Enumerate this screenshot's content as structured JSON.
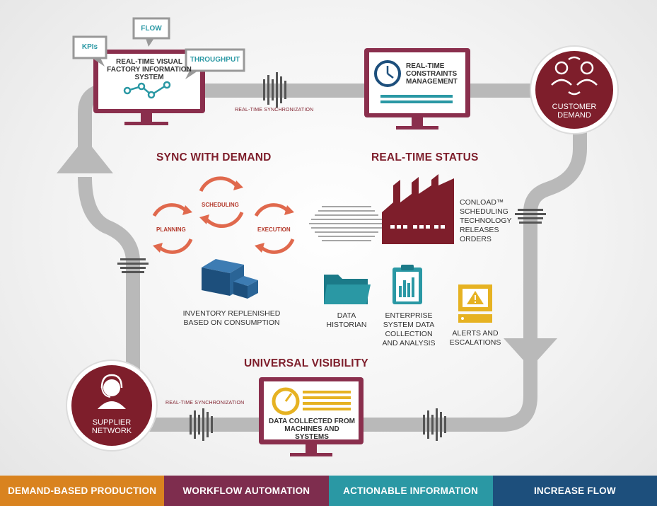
{
  "colors": {
    "maroon": "#7e1e2b",
    "monitor": "#8a2f4d",
    "teal": "#2a98a4",
    "navy": "#1d4f7c",
    "orange": "#d9831f",
    "gold": "#e6b222",
    "pipe": "#b9b9b9",
    "cycle": "#e0694d"
  },
  "bubbles": {
    "kpis": "KPIs",
    "flow": "FLOW",
    "throughput": "THROUGHPUT"
  },
  "monitors": {
    "factory": "REAL-TIME VISUAL FACTORY INFORMATION SYSTEM",
    "constraints": "REAL-TIME CONSTRAINTS MANAGEMENT",
    "machines": "DATA COLLECTED FROM MACHINES AND SYSTEMS"
  },
  "sync_labels": {
    "top": "REAL-TIME SYNCHRONIZATION",
    "bottom": "REAL-TIME SYNCHRONIZATION"
  },
  "nodes": {
    "customer": "CUSTOMER DEMAND",
    "supplier": "SUPPLIER NETWORK"
  },
  "headings": {
    "sync_demand": "SYNC WITH DEMAND",
    "status": "REAL-TIME STATUS",
    "visibility": "UNIVERSAL VISIBILITY"
  },
  "cycle": {
    "planning": "PLANNING",
    "scheduling": "SCHEDULING",
    "execution": "EXECUTION"
  },
  "labels": {
    "inventory": "INVENTORY REPLENISHED BASED ON CONSUMPTION",
    "conload": "CONLOAD™ SCHEDULING TECHNOLOGY RELEASES ORDERS",
    "historian": "DATA HISTORIAN",
    "enterprise": "ENTERPRISE SYSTEM DATA COLLECTION AND ANALYSIS",
    "alerts": "ALERTS AND ESCALATIONS"
  },
  "bottom_bar": [
    {
      "label": "DEMAND-BASED PRODUCTION",
      "color": "#d9831f"
    },
    {
      "label": "WORKFLOW AUTOMATION",
      "color": "#7e2d4e"
    },
    {
      "label": "ACTIONABLE INFORMATION",
      "color": "#2a98a4"
    },
    {
      "label": "INCREASE FLOW",
      "color": "#1d4f7c"
    }
  ]
}
